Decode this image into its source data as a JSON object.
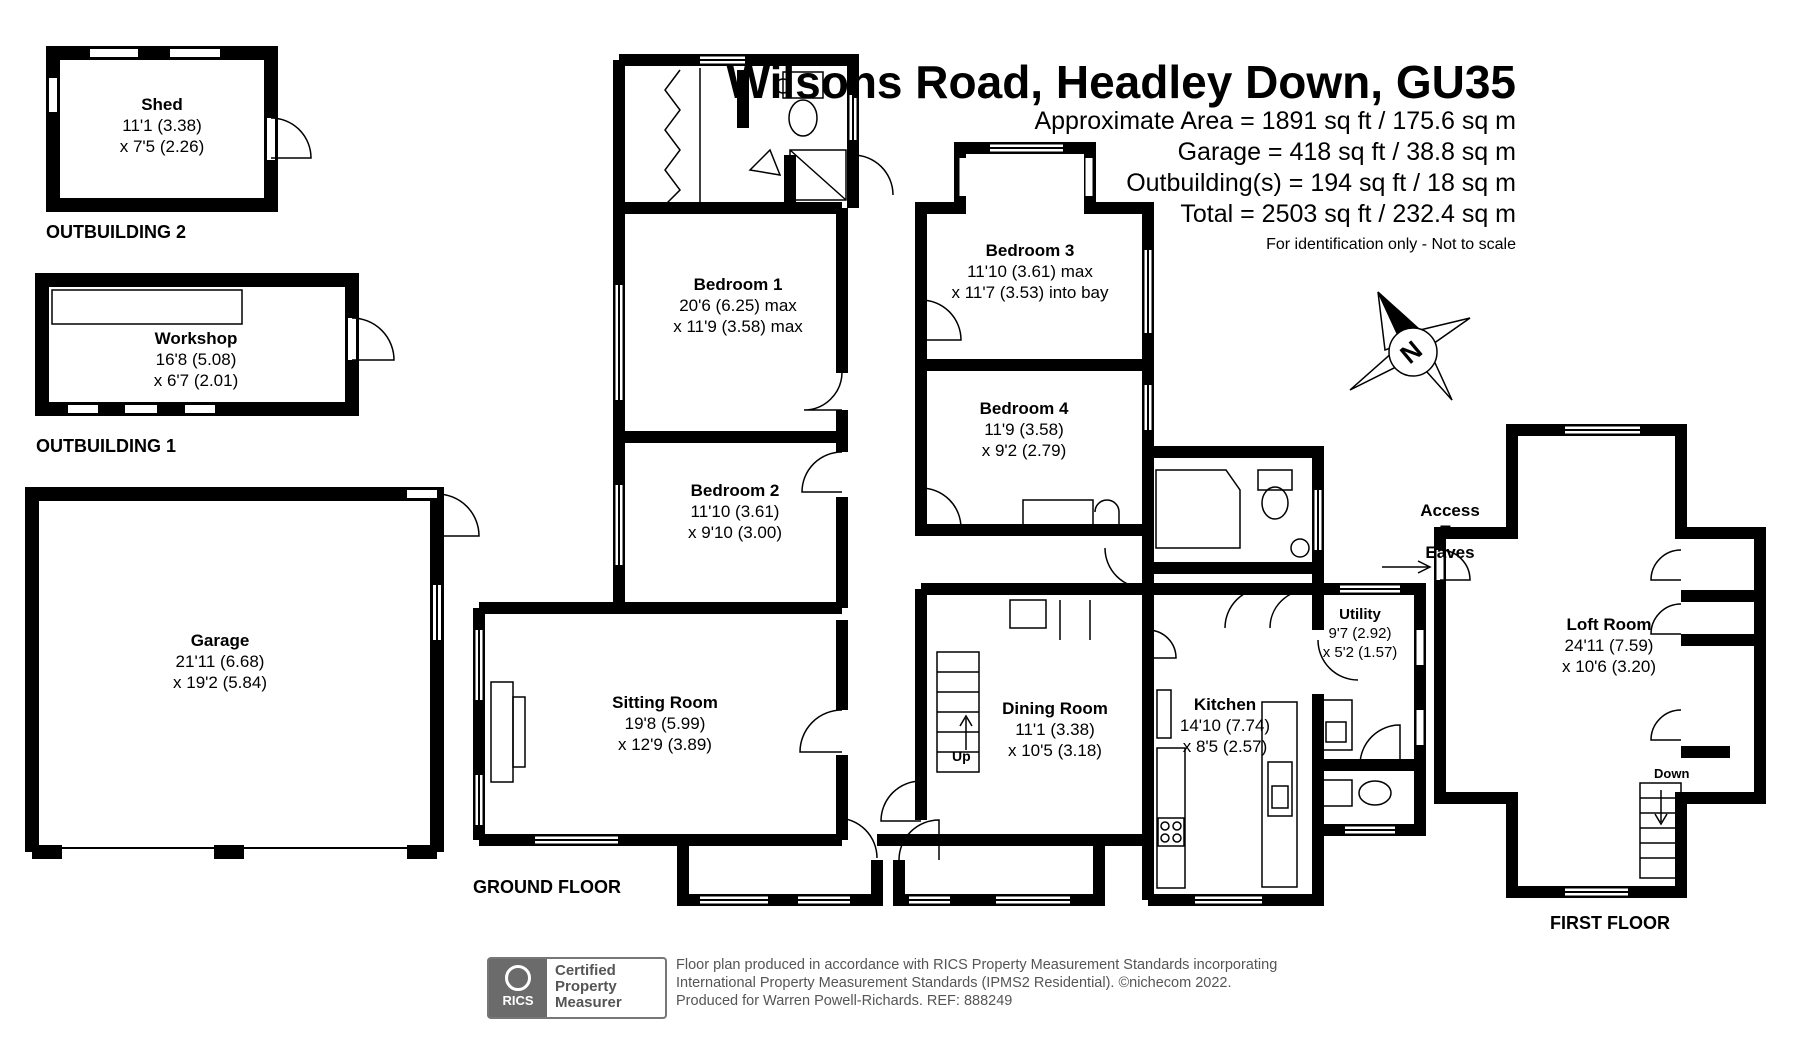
{
  "header": {
    "title": "Wilsons Road, Headley Down, GU35",
    "areas": [
      "Approximate Area = 1891 sq ft / 175.6 sq m",
      "Garage = 418 sq ft / 38.8 sq m",
      "Outbuilding(s) = 194 sq ft / 18 sq m",
      "Total = 2503 sq ft / 232.4 sq m"
    ],
    "note": "For identification only - Not to scale"
  },
  "compass": {
    "letter": "N"
  },
  "floors": {
    "outbuilding2": "OUTBUILDING 2",
    "outbuilding1": "OUTBUILDING 1",
    "ground": "GROUND FLOOR",
    "first": "FIRST FLOOR"
  },
  "rooms": {
    "shed": {
      "name": "Shed",
      "d1": "11'1 (3.38)",
      "d2": "x 7'5 (2.26)"
    },
    "workshop": {
      "name": "Workshop",
      "d1": "16'8 (5.08)",
      "d2": "x 6'7 (2.01)"
    },
    "garage": {
      "name": "Garage",
      "d1": "21'11 (6.68)",
      "d2": "x 19'2 (5.84)"
    },
    "bedroom1": {
      "name": "Bedroom 1",
      "d1": "20'6 (6.25) max",
      "d2": "x 11'9 (3.58) max"
    },
    "bedroom2": {
      "name": "Bedroom 2",
      "d1": "11'10 (3.61)",
      "d2": "x 9'10 (3.00)"
    },
    "bedroom3": {
      "name": "Bedroom 3",
      "d1": "11'10 (3.61) max",
      "d2": "x 11'7 (3.53) into bay"
    },
    "bedroom4": {
      "name": "Bedroom 4",
      "d1": "11'9 (3.58)",
      "d2": "x 9'2 (2.79)"
    },
    "sitting": {
      "name": "Sitting Room",
      "d1": "19'8 (5.99)",
      "d2": "x 12'9 (3.89)"
    },
    "dining": {
      "name": "Dining Room",
      "d1": "11'1 (3.38)",
      "d2": "x 10'5 (3.18)"
    },
    "kitchen": {
      "name": "Kitchen",
      "d1": "14'10 (7.74)",
      "d2": "x 8'5 (2.57)"
    },
    "utility": {
      "name": "Utility",
      "d1": "9'7 (2.92)",
      "d2": "x 5'2 (1.57)"
    },
    "loft": {
      "name": "Loft Room",
      "d1": "24'11 (7.59)",
      "d2": "x 10'6 (3.20)"
    }
  },
  "labels": {
    "up": "Up",
    "down": "Down",
    "eaves": [
      "Access",
      "To",
      "Eaves"
    ]
  },
  "footer": {
    "badge_brand": "RICS",
    "badge_words": [
      "Certified",
      "Property",
      "Measurer"
    ],
    "lines": [
      "Floor plan produced in accordance with RICS Property Measurement Standards incorporating",
      "International Property Measurement Standards (IPMS2 Residential).  ©nichecom 2022.",
      "Produced for Warren Powell-Richards.   REF:  888249"
    ]
  },
  "colors": {
    "wall": "#000000",
    "window": "#ffffff",
    "badge": "#6b6b6b"
  }
}
